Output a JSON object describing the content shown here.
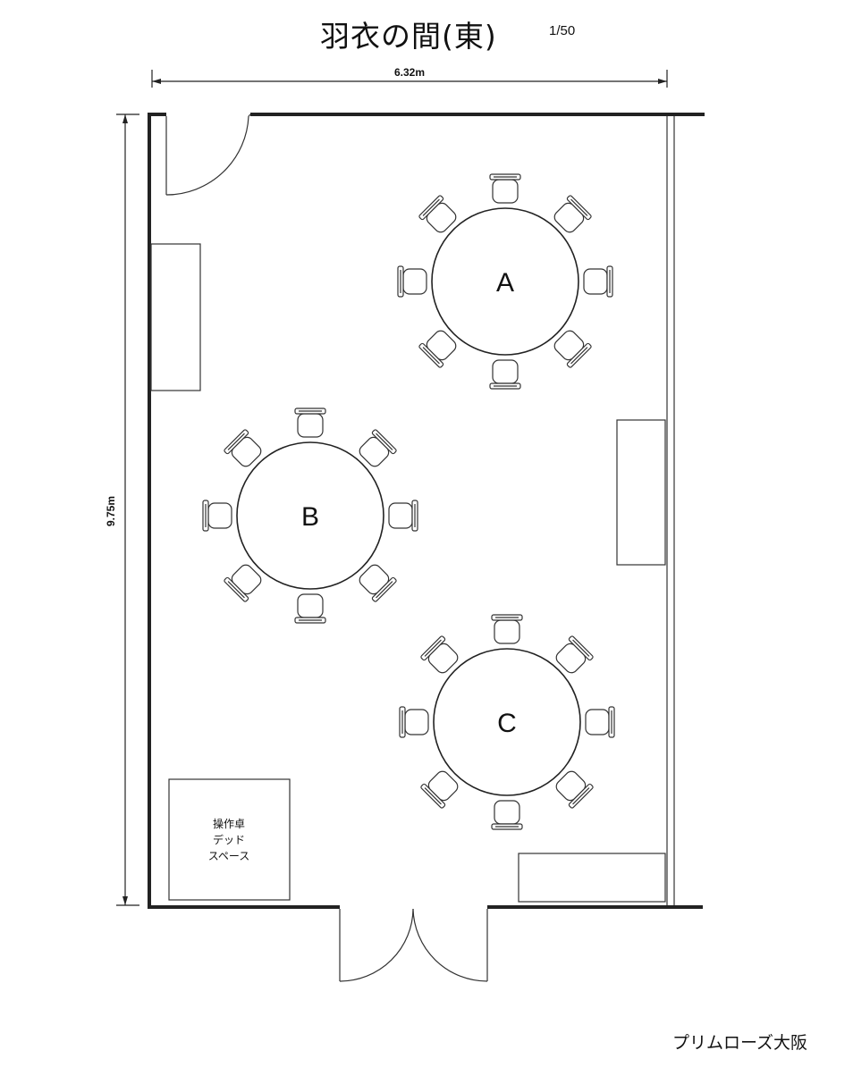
{
  "title": "羽衣の間(東)",
  "scale": "1/50",
  "dimensions": {
    "width": "6.32m",
    "depth": "9.75m"
  },
  "tables": [
    {
      "label": "A",
      "chairs": 8
    },
    {
      "label": "B",
      "chairs": 8
    },
    {
      "label": "C",
      "chairs": 8
    }
  ],
  "dead_space": {
    "lines": [
      "操作卓",
      "デッド",
      "スペース"
    ]
  },
  "brand": "プリムローズ大阪",
  "icons": {
    "door": "door-swing-icon",
    "chair": "chair-icon",
    "table": "round-table-icon"
  }
}
